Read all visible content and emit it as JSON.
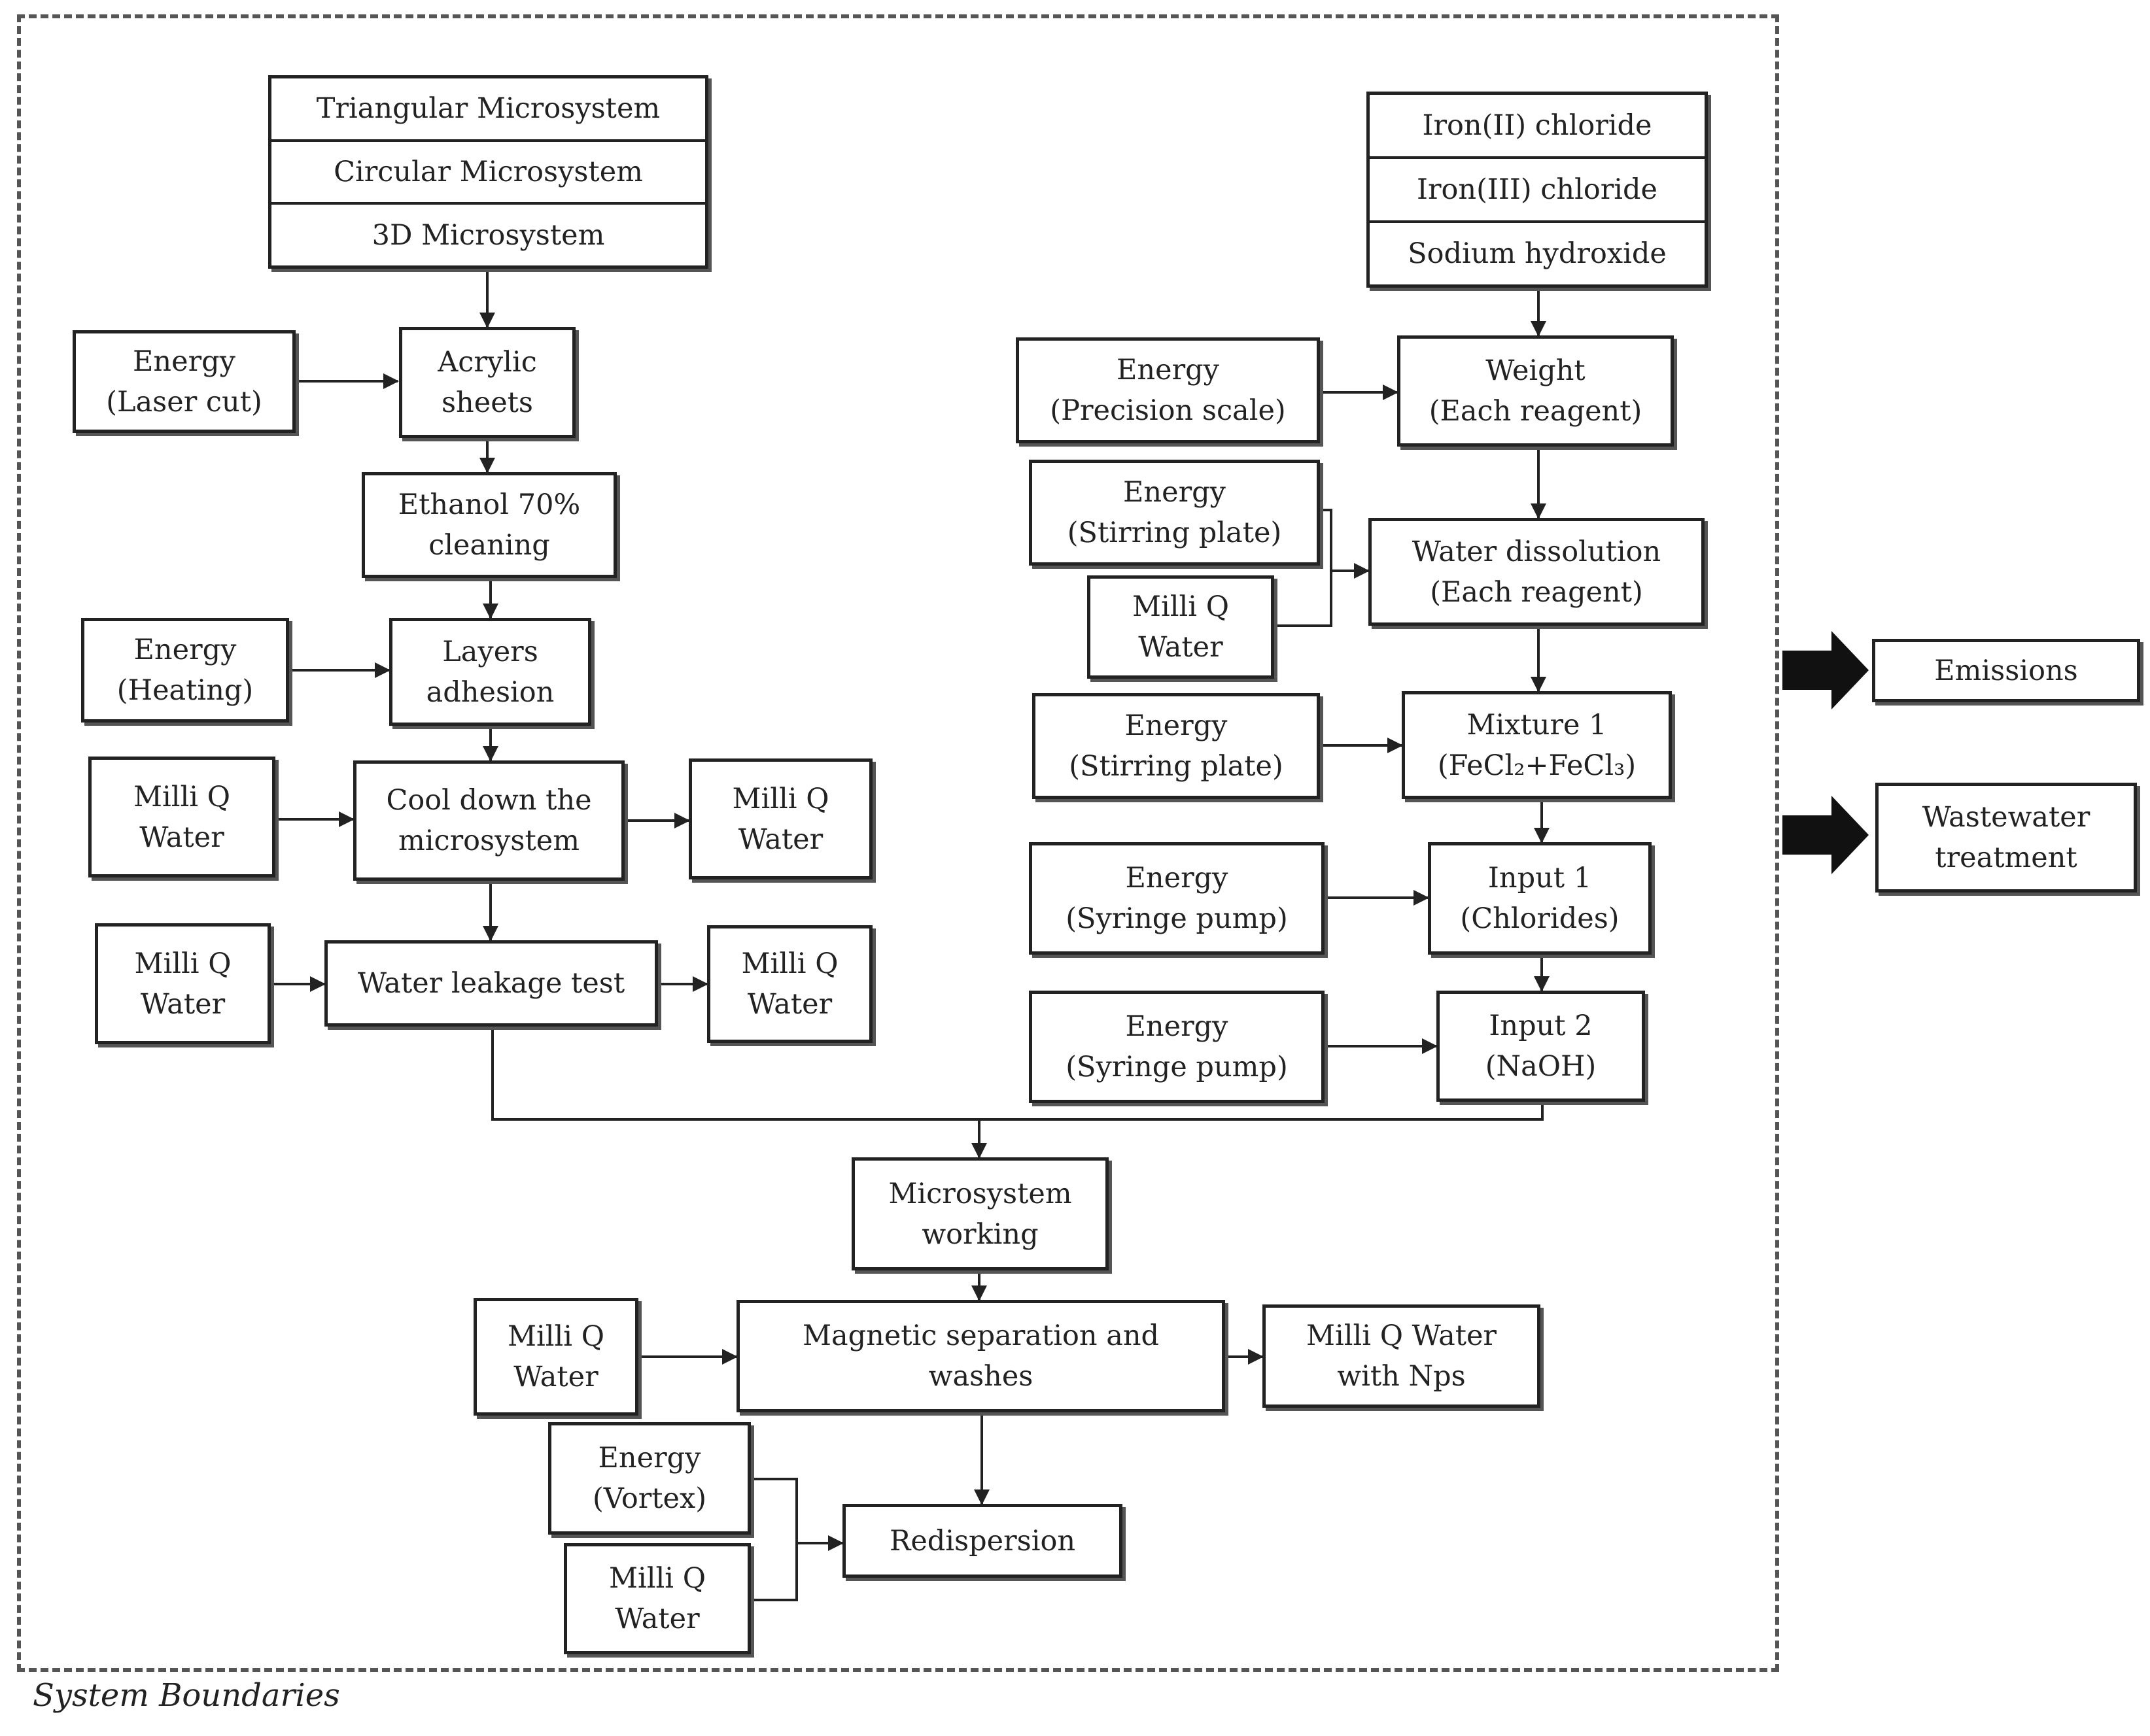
{
  "microsystems": [
    "Triangular Microsystem",
    "Circular Microsystem",
    "3D Microsystem"
  ],
  "chlorides": [
    "Iron(II) chloride",
    "Iron(III) chloride",
    "Sodium hydroxide"
  ],
  "left": {
    "acrylic": [
      "Acrylic",
      "sheets"
    ],
    "energy_laser": [
      "Energy",
      "(Laser cut)"
    ],
    "ethanol": [
      "Ethanol 70%",
      "cleaning"
    ],
    "energy_heating": [
      "Energy",
      "(Heating)"
    ],
    "layers": [
      "Layers",
      "adhesion"
    ],
    "water_in_1": [
      "Milli Q",
      "Water"
    ],
    "cooldown": [
      "Cool down the",
      "microsystem"
    ],
    "water_out_1": [
      "Milli Q",
      "Water"
    ],
    "water_in_2": [
      "Milli Q",
      "Water"
    ],
    "leakage": [
      "Water leakage test"
    ],
    "water_out_2": [
      "Milli Q",
      "Water"
    ]
  },
  "right": {
    "energy_scale": [
      "Energy",
      "(Precision scale)"
    ],
    "weight": [
      "Weight",
      "(Each reagent)"
    ],
    "energy_stir_1": [
      "Energy",
      "(Stirring plate)"
    ],
    "water_dissolution_in": [
      "Milli Q",
      "Water"
    ],
    "dissolution": [
      "Water dissolution",
      "(Each reagent)"
    ],
    "energy_stir_2": [
      "Energy",
      "(Stirring plate)"
    ],
    "mixture": [
      "Mixture 1",
      "(FeCl₂+FeCl₃)"
    ],
    "energy_pump_1": [
      "Energy",
      "(Syringe pump)"
    ],
    "input1": [
      "Input 1",
      "(Chlorides)"
    ],
    "energy_pump_2": [
      "Energy",
      "(Syringe pump)"
    ],
    "input2": [
      "Input 2",
      "(NaOH)"
    ]
  },
  "bottom": {
    "working": [
      "Microsystem",
      "working"
    ],
    "water_in": [
      "Milli Q",
      "Water"
    ],
    "magnetic": [
      "Magnetic separation and",
      "washes"
    ],
    "water_nps": [
      "Milli Q Water",
      "with Nps"
    ],
    "energy_vortex": [
      "Energy",
      "(Vortex)"
    ],
    "water_redisp": [
      "Milli Q",
      "Water"
    ],
    "redispersion": [
      "Redispersion"
    ]
  },
  "outputs": {
    "emissions": [
      "Emissions"
    ],
    "wastewater": [
      "Wastewater",
      "treatment"
    ]
  },
  "boundary_label": "System Boundaries"
}
